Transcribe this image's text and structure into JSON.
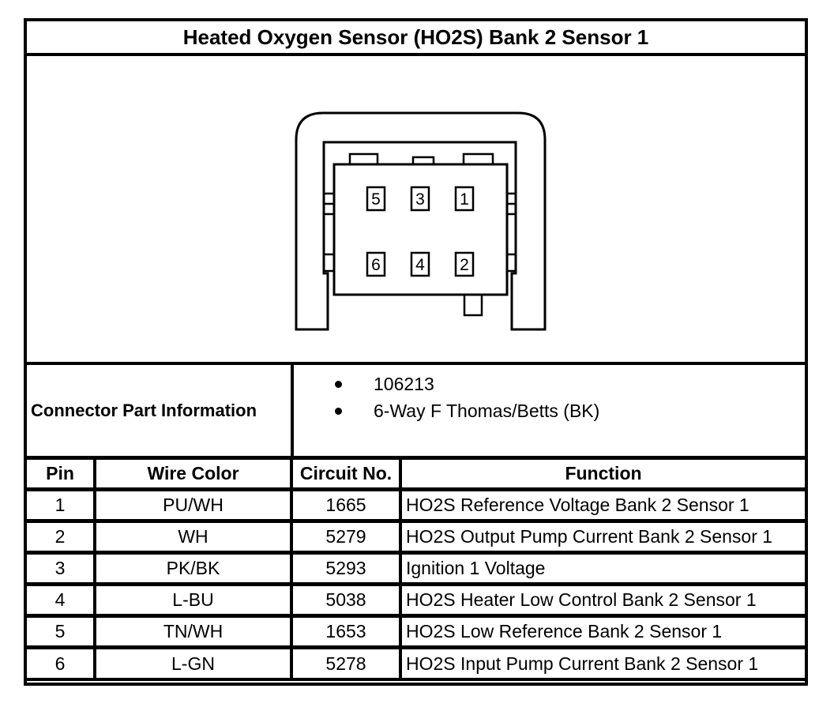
{
  "title": "Heated Oxygen Sensor (HO2S) Bank 2 Sensor 1",
  "connector": {
    "pin_labels_top": [
      "5",
      "3",
      "1"
    ],
    "pin_labels_bottom": [
      "6",
      "4",
      "2"
    ]
  },
  "part_info": {
    "label": "Connector Part Information",
    "items": [
      "106213",
      "6-Way F Thomas/Betts (BK)"
    ]
  },
  "pin_table": {
    "headers": [
      "Pin",
      "Wire Color",
      "Circuit No.",
      "Function"
    ],
    "rows": [
      [
        "1",
        "PU/WH",
        "1665",
        "HO2S Reference Voltage Bank 2 Sensor 1"
      ],
      [
        "2",
        "WH",
        "5279",
        "HO2S Output Pump Current Bank 2 Sensor 1"
      ],
      [
        "3",
        "PK/BK",
        "5293",
        "Ignition 1 Voltage"
      ],
      [
        "4",
        "L-BU",
        "5038",
        "HO2S Heater Low Control Bank 2 Sensor 1"
      ],
      [
        "5",
        "TN/WH",
        "1653",
        "HO2S Low Reference Bank 2 Sensor 1"
      ],
      [
        "6",
        "L-GN",
        "5278",
        "HO2S Input Pump Current Bank 2 Sensor 1"
      ]
    ]
  },
  "colors": {
    "ink": "#000000",
    "paper": "#ffffff"
  }
}
